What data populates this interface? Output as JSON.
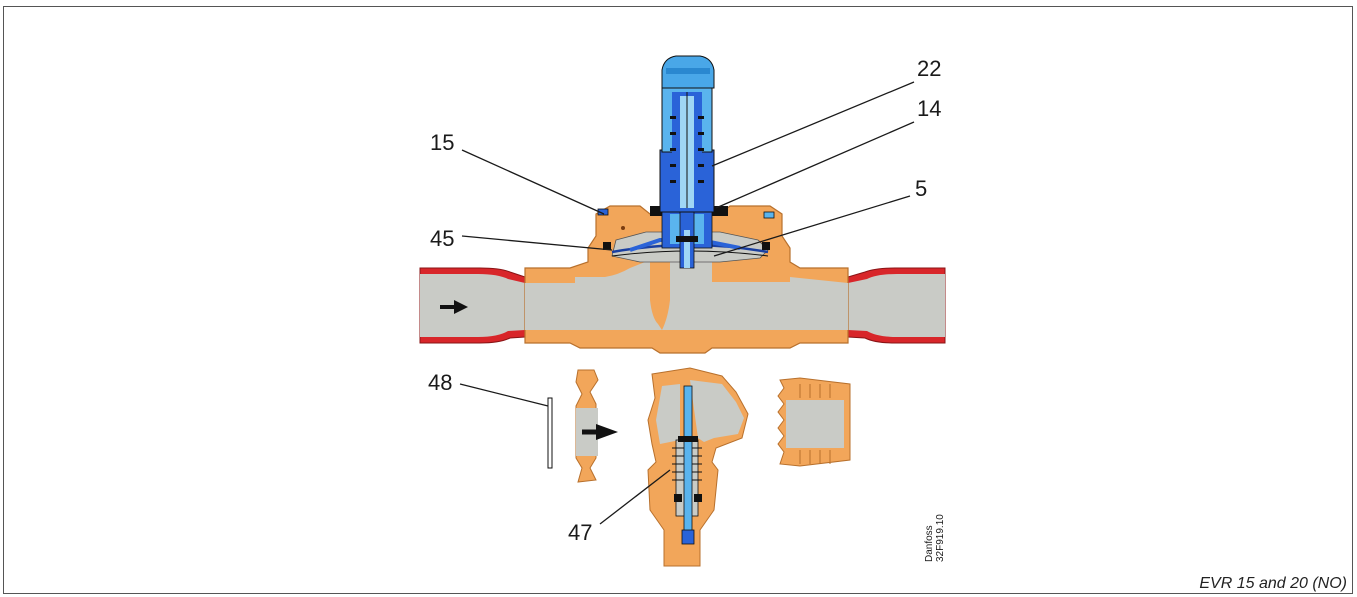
{
  "caption": "EVR 15 and 20 (NO)",
  "stamp": {
    "brand": "Danfoss",
    "code": "32F919.10"
  },
  "callouts": [
    "22",
    "14",
    "15",
    "5",
    "45",
    "48",
    "47"
  ],
  "colors": {
    "body": "#f2a65a",
    "body_edge": "#b8702c",
    "gas": "#c9cbc6",
    "pipe": "#d8262a",
    "armature": "#2a63d8",
    "armature_light": "#5ab4ee",
    "cap": "#49a7e8",
    "ink": "#111111"
  }
}
